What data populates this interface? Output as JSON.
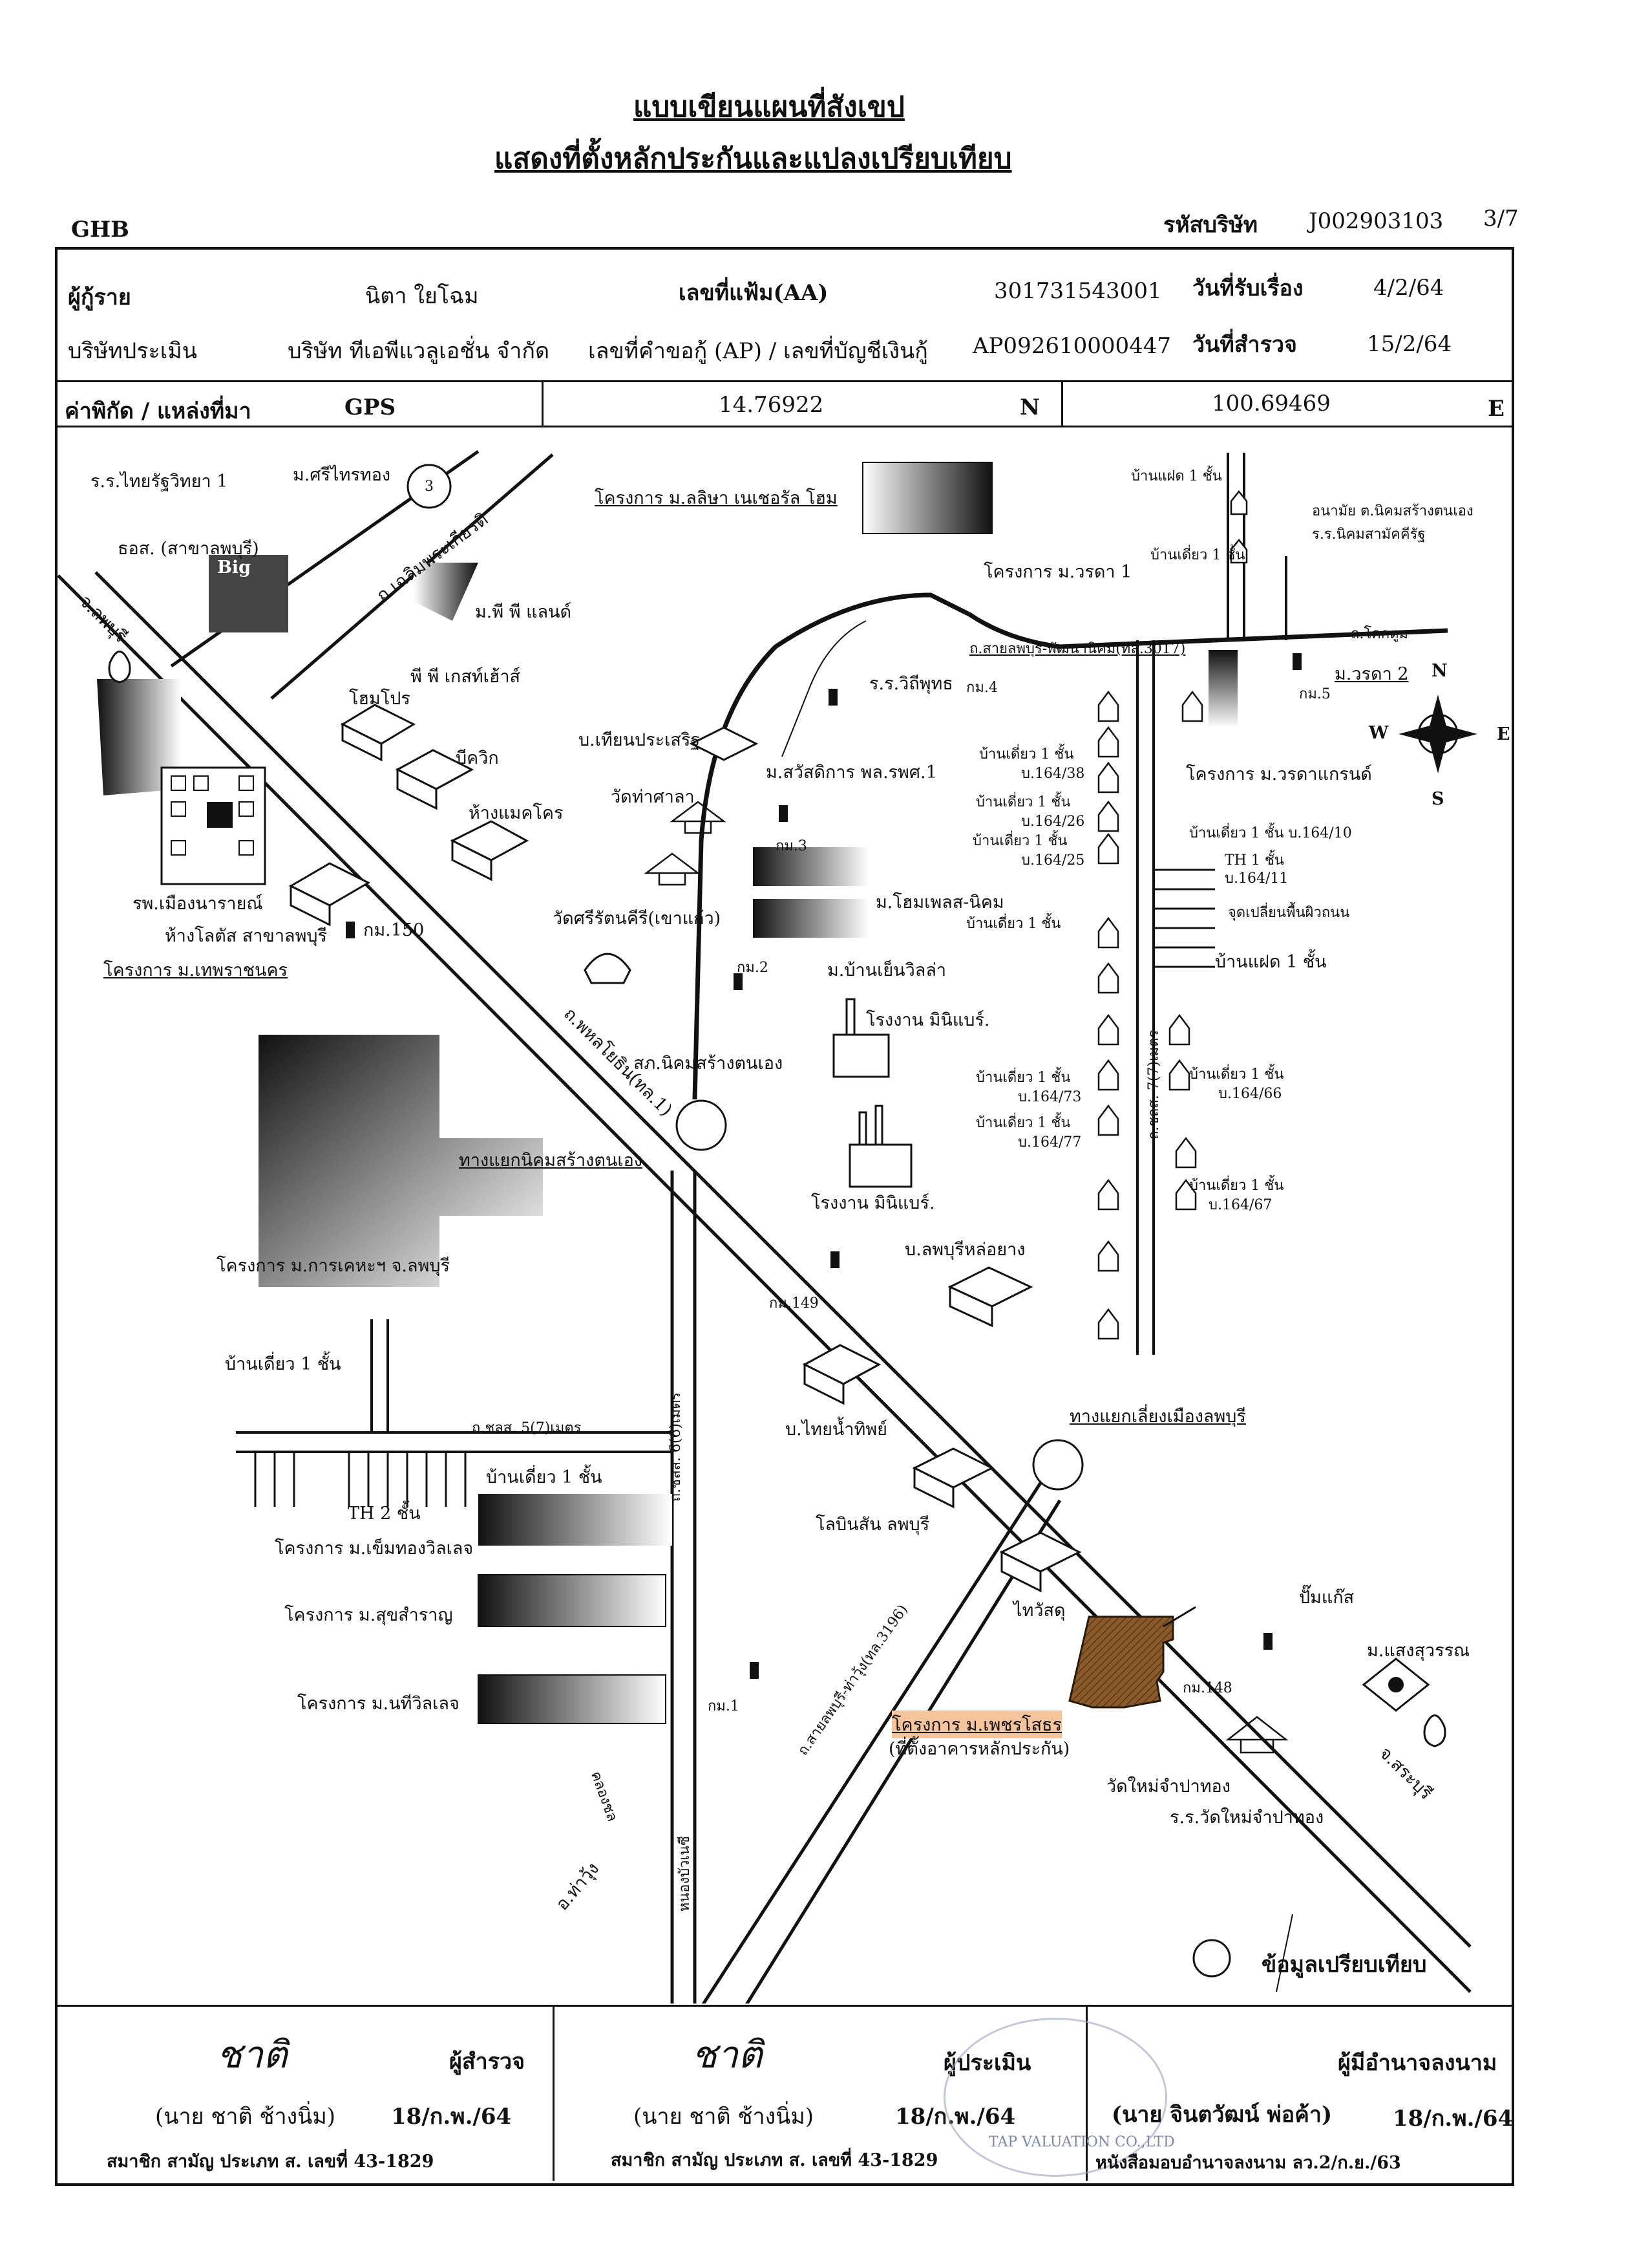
{
  "header": {
    "title_line1": "แบบเขียนแผนที่สังเขป",
    "title_line2": "แสดงที่ตั้งหลักประกันและแปลงเปรียบเทียบ",
    "org": "GHB",
    "company_code_label": "รหัสบริษัท",
    "company_code": "J002903103",
    "page": "3/7"
  },
  "info": {
    "borrower_label": "ผู้กู้ราย",
    "borrower": "นิตา ใยโฉม",
    "file_no_label": "เลขที่แฟ้ม(AA)",
    "file_no": "301731543001",
    "received_label": "วันที่รับเรื่อง",
    "received": "4/2/64",
    "appraiser_label": "บริษัทประเมิน",
    "appraiser": "บริษัท ทีเอพีแวลูเอชั่น จำกัด",
    "app_no_label": "เลขที่คำขอกู้ (AP) / เลขที่บัญชีเงินกู้",
    "app_no": "AP092610000447",
    "survey_label": "วันที่สำรวจ",
    "survey": "15/2/64",
    "coord_label": "ค่าพิกัด / แหล่งที่มา",
    "coord_src": "GPS",
    "lat": "14.76922",
    "lat_dir": "N",
    "lon": "100.69469",
    "lon_dir": "E"
  },
  "map_labels": {
    "school_thai": "ร.ร.ไทยรัฐวิทยา 1",
    "si_thai_thong": "ม.ศรีไทรทอง",
    "route3": "3",
    "gov_savings": "ธอส. (สาขาลพบุรี)",
    "big_c": "Big",
    "road_chaloem": "ถ.เฉลิมพระเกียรติ",
    "pp_land": "ม.พี พี แลนด์",
    "pp_guesthouse": "พี พี เกสท์เฮ้าส์",
    "to_lopburi": "จ.ลพบุรี",
    "home_pro": "โฮมโปร",
    "b_quik": "บีควิก",
    "makro": "ห้างแมคโคร",
    "hospital": "รพ.เมืองนารายณ์",
    "lotus": "ห้างโลตัส สาขาลพบุรี",
    "thepracha": "โครงการ ม.เทพราชนคร",
    "km150": "กม.150",
    "lalisa": "โครงการ ม.ลลิษา เนเชอรัล โฮม",
    "warada1": "โครงการ ม.วรดา 1",
    "road_3017": "ถ.สายลพบุรี-พัฒนานิคม(ทล.3017)",
    "school_wat": "ร.ร.วิถีพุทธ",
    "km4": "กม.4",
    "km5": "กม.5",
    "warada2": "ม.วรดา 2",
    "road_khok": "ถ.โคกตูม",
    "health": "อนามัย ต.นิคมสร้างตนเอง",
    "school_nikhom": "ร.ร.นิคมสามัคคีรัฐ",
    "house_flat1": "บ้านแฝด 1 ชั้น",
    "house1_a": "บ้านเดี่ยว 1 ชั้น",
    "rd_chor_lor": "ถ.ชลส. 6(6)เมตร",
    "thian": "บ.เทียนประเสริฐ",
    "sawat": "ม.สวัสดิการ พล.รพศ.1",
    "wat_tasala": "วัดท่าศาลา",
    "km3": "กม.3",
    "h16438": "บ้านเดี่ยว 1 ชั้น",
    "h16438n": "บ.164/38",
    "h16426": "บ้านเดี่ยว 1 ชั้น",
    "h16426n": "บ.164/26",
    "h16425": "บ้านเดี่ยว 1 ชั้น",
    "h16425n": "บ.164/25",
    "waradagrand": "โครงการ ม.วรดาแกรนด์",
    "h16410": "บ้านเดี่ยว 1 ชั้น บ.164/10",
    "th1": "TH 1 ชั้น",
    "th1n": "บ.164/11",
    "surface_change": "จุดเปลี่ยนพื้นผิวถนน",
    "home_place": "ม.โฮมเพลส-นิคม",
    "house_single_mid": "บ้านเดี่ยว 1 ชั้น",
    "flat_mid": "บ้านแฝด 1 ชั้น",
    "wat_siratana": "วัดศรีรัตนคีรี(เขาแก้ว)",
    "km2": "กม.2",
    "baan_yen": "ม.บ้านเย็นวิลล่า",
    "factory1": "โรงงาน มินิแบร์.",
    "rd_pahol": "ถ.พหลโยธิน(ทล.1)",
    "nikhom_coop": "สภ.นิคมสร้างตนเอง",
    "junction_nikhom": "ทางแยกนิคมสร้างตนเอง",
    "rd_7m": "ถ.ชลส. 7(7)เมตร",
    "h16473": "บ้านเดี่ยว 1 ชั้น",
    "h16473n": "บ.164/73",
    "h16466": "บ้านเดี่ยว 1 ชั้น",
    "h16466n": "บ.164/66",
    "h16477": "บ้านเดี่ยว 1 ชั้น",
    "h16477n": "บ.164/77",
    "factory2": "โรงงาน มินิแบร์.",
    "h16467": "บ้านเดี่ยว 1 ชั้น",
    "h16467n": "บ.164/67",
    "karakhet": "โครงการ ม.การเคหะฯ จ.ลพบุรี",
    "lopburi_rubber": "บ.ลพบุรีหล่อยาง",
    "km149": "กม.149",
    "house_left": "บ้านเดี่ยว 1 ชั้น",
    "thai_nam": "บ.ไทยน้ำทิพย์",
    "bypass_junction": "ทางแยกเลี่ยงเมืองลพบุรี",
    "rd_5m": "ถ.ชลส. 5(7)เมตร",
    "rd_6m": "ถ.ชลส. 6(6)เมตร",
    "house_mid_left": "บ้านเดี่ยว 1 ชั้น",
    "th2": "TH 2 ชั้น",
    "ruenthong": "โครงการ ม.เข็มทองวิลเลจ",
    "lobin": "โลบินสัน ลพบุรี",
    "suksamran": "โครงการ ม.สุขสำราญ",
    "thaiwatsadu": "ไทวัสดุ",
    "gas": "ปั๊มแก๊ส",
    "saengsawan": "ม.แสงสุวรรณ",
    "natee": "โครงการ ม.นทีวิลเลจ",
    "km148": "กม.148",
    "km1": "กม.1",
    "rd_tawung": "ถ.สายลพบุรี-ท่าวุ้ง(ทล.3196)",
    "subject": "โครงการ ม.เพชรโสธร",
    "subject_note": "(ที่ตั้งอาคารหลักประกัน)",
    "to_saraburi": "จ.สระบุรี",
    "wat_mai": "วัดใหม่จำปาทอง",
    "school_wat_mai": "ร.ร.วัดใหม่จำปาทอง",
    "khlong": "คลองชล",
    "to_tawung": "อ.ท่าวุ้ง",
    "poe": "หนองบัวเนซี",
    "compass_n": "N",
    "compass_s": "S",
    "compass_e": "E",
    "compass_w": "W",
    "legend_compare": "ข้อมูลเปรียบเทียบ"
  },
  "signatures": {
    "surveyor_sig": "ชาติ",
    "surveyor_role": "ผู้สำรวจ",
    "surveyor_name": "(นาย ชาติ ช้างนิ่ม)",
    "surveyor_date": "18/ก.พ./64",
    "surveyor_member": "สมาชิก สามัญ ประเภท ส. เลขที่ 43-1829",
    "appraiser_sig": "ชาติ",
    "appraiser_role": "ผู้ประเมิน",
    "appraiser_name": "(นาย ชาติ ช้างนิ่ม)",
    "appraiser_date": "18/ก.พ./64",
    "appraiser_member": "สมาชิก สามัญ ประเภท ส. เลขที่ 43-1829",
    "signer_role": "ผู้มีอำนาจลงนาม",
    "signer_name": "(นาย จินตวัฒน์ พ่อค้า)",
    "signer_date": "18/ก.พ./64",
    "signer_letter": "หนังสือมอบอำนาจลงนาม ลว.2/ก.ย./63",
    "stamp": "TAP VALUATION CO.,LTD"
  }
}
